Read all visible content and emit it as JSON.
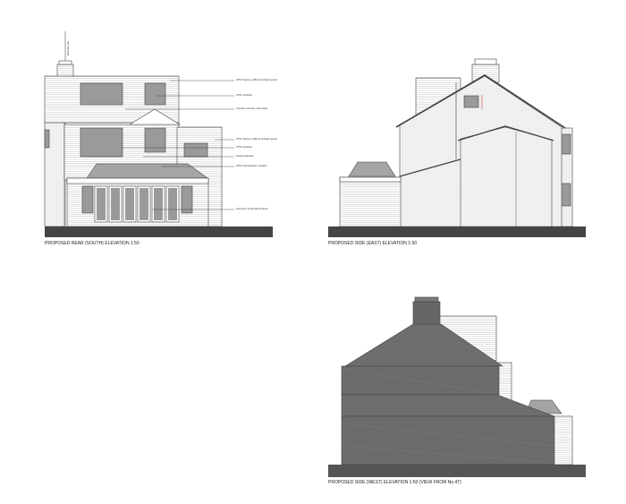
{
  "drawings": {
    "rear": {
      "caption": "PROPOSED REAR (SOUTH) ELEVATION  1:50",
      "vertical_note": "Boundary line",
      "notes": [
        "UPVC fascias, soffits & rainwater goods",
        "UPVC windows",
        "Concrete roof tiles, colour Red",
        "UPVC fascias, soffits & rainwater goods",
        "UPVC windows",
        "Facing brickwork",
        "UPVC framed lantern skylight",
        "Aluminium bi-fold glazed doors"
      ]
    },
    "east": {
      "caption": "PROPOSED SIDE (EAST) ELEVATION  1:50"
    },
    "west": {
      "caption": "PROPOSED SIDE (WEST) ELEVATION  1:50 (VIEW FROM No.47)"
    }
  },
  "colors": {
    "ground": "#444444",
    "glazing": "#9a9a9a",
    "west_mass": "#6b6b6b",
    "dimension_marker": "#d02020"
  }
}
